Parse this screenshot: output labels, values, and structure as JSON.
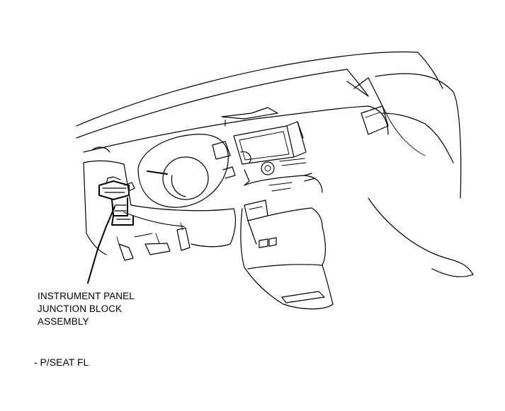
{
  "callout": {
    "line1": "INSTRUMENT PANEL",
    "line2": "JUNCTION BLOCK",
    "line3": "ASSEMBLY"
  },
  "footnote": "- P/SEAT FL"
}
